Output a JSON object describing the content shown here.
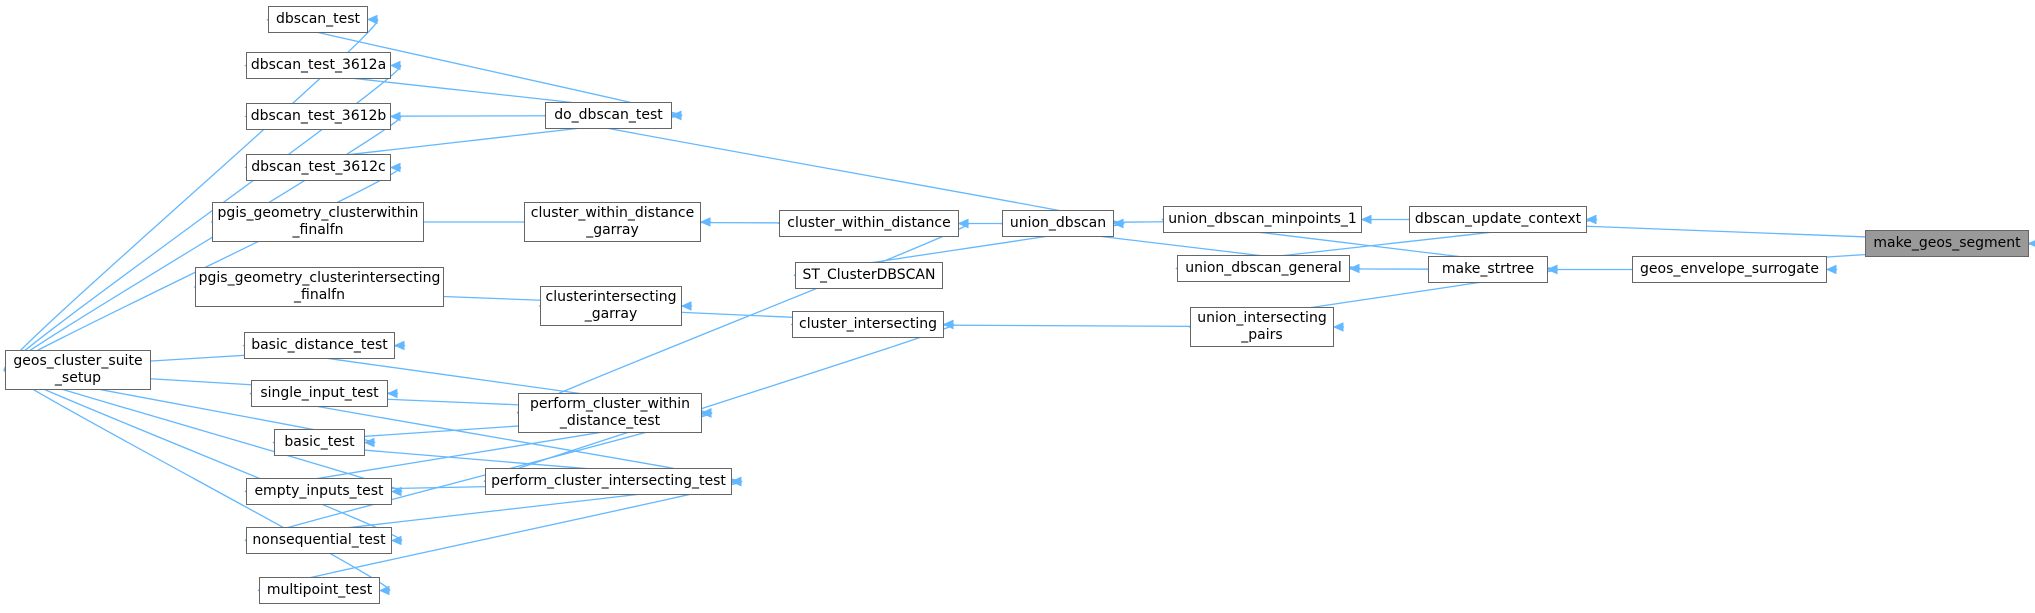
{
  "diagram": {
    "nodes": [
      {
        "id": "make-geos-segment",
        "label": "make_geos_segment",
        "focus": true
      },
      {
        "id": "dbscan-update-context",
        "label": "dbscan_update_context"
      },
      {
        "id": "geos-envelope-surrogate",
        "label": "geos_envelope_surrogate"
      },
      {
        "id": "union-dbscan-minpoints-1",
        "label": "union_dbscan_minpoints_1"
      },
      {
        "id": "make-strtree",
        "label": "make_strtree"
      },
      {
        "id": "union-dbscan",
        "label": "union_dbscan"
      },
      {
        "id": "union-dbscan-general",
        "label": "union_dbscan_general"
      },
      {
        "id": "union-intersecting-pairs",
        "label": "union_intersecting\n_pairs"
      },
      {
        "id": "do-dbscan-test",
        "label": "do_dbscan_test"
      },
      {
        "id": "cluster-within-distance",
        "label": "cluster_within_distance"
      },
      {
        "id": "st-clusterdbscan",
        "label": "ST_ClusterDBSCAN"
      },
      {
        "id": "cluster-intersecting",
        "label": "cluster_intersecting"
      },
      {
        "id": "dbscan-test",
        "label": "dbscan_test"
      },
      {
        "id": "dbscan-test-3612a",
        "label": "dbscan_test_3612a"
      },
      {
        "id": "dbscan-test-3612b",
        "label": "dbscan_test_3612b"
      },
      {
        "id": "dbscan-test-3612c",
        "label": "dbscan_test_3612c"
      },
      {
        "id": "cluster-within-distance-garray",
        "label": "cluster_within_distance\n_garray"
      },
      {
        "id": "clusterintersecting-garray",
        "label": "clusterintersecting\n_garray"
      },
      {
        "id": "pgis-geometry-clusterwithin-finalfn",
        "label": "pgis_geometry_clusterwithin\n_finalfn"
      },
      {
        "id": "pgis-geometry-clusterintersecting-finalfn",
        "label": "pgis_geometry_clusterintersecting\n_finalfn"
      },
      {
        "id": "perform-cluster-within-distance-test",
        "label": "perform_cluster_within\n_distance_test"
      },
      {
        "id": "perform-cluster-intersecting-test",
        "label": "perform_cluster_intersecting_test"
      },
      {
        "id": "geos-cluster-suite-setup",
        "label": "geos_cluster_suite\n_setup"
      },
      {
        "id": "basic-distance-test",
        "label": "basic_distance_test"
      },
      {
        "id": "single-input-test",
        "label": "single_input_test"
      },
      {
        "id": "basic-test",
        "label": "basic_test"
      },
      {
        "id": "empty-inputs-test",
        "label": "empty_inputs_test"
      },
      {
        "id": "nonsequential-test",
        "label": "nonsequential_test"
      },
      {
        "id": "multipoint-test",
        "label": "multipoint_test"
      }
    ],
    "edges": [
      {
        "from": "dbscan-update-context",
        "to": "make-geos-segment"
      },
      {
        "from": "geos-envelope-surrogate",
        "to": "make-geos-segment"
      },
      {
        "from": "union-dbscan-minpoints-1",
        "to": "dbscan-update-context"
      },
      {
        "from": "union-dbscan-general",
        "to": "dbscan-update-context"
      },
      {
        "from": "make-strtree",
        "to": "geos-envelope-surrogate"
      },
      {
        "from": "union-dbscan-minpoints-1",
        "to": "make-strtree"
      },
      {
        "from": "union-dbscan-general",
        "to": "make-strtree"
      },
      {
        "from": "union-intersecting-pairs",
        "to": "make-strtree"
      },
      {
        "from": "union-dbscan",
        "to": "union-dbscan-minpoints-1"
      },
      {
        "from": "union-dbscan",
        "to": "union-dbscan-general"
      },
      {
        "from": "do-dbscan-test",
        "to": "union-dbscan"
      },
      {
        "from": "cluster-within-distance",
        "to": "union-dbscan"
      },
      {
        "from": "st-clusterdbscan",
        "to": "union-dbscan"
      },
      {
        "from": "cluster-intersecting",
        "to": "union-intersecting-pairs"
      },
      {
        "from": "dbscan-test",
        "to": "do-dbscan-test"
      },
      {
        "from": "dbscan-test-3612a",
        "to": "do-dbscan-test"
      },
      {
        "from": "dbscan-test-3612b",
        "to": "do-dbscan-test"
      },
      {
        "from": "dbscan-test-3612c",
        "to": "do-dbscan-test"
      },
      {
        "from": "cluster-within-distance-garray",
        "to": "cluster-within-distance"
      },
      {
        "from": "perform-cluster-within-distance-test",
        "to": "cluster-within-distance"
      },
      {
        "from": "clusterintersecting-garray",
        "to": "cluster-intersecting"
      },
      {
        "from": "perform-cluster-intersecting-test",
        "to": "cluster-intersecting"
      },
      {
        "from": "pgis-geometry-clusterwithin-finalfn",
        "to": "cluster-within-distance-garray"
      },
      {
        "from": "pgis-geometry-clusterintersecting-finalfn",
        "to": "clusterintersecting-garray"
      },
      {
        "from": "basic-distance-test",
        "to": "perform-cluster-within-distance-test"
      },
      {
        "from": "single-input-test",
        "to": "perform-cluster-within-distance-test"
      },
      {
        "from": "basic-test",
        "to": "perform-cluster-within-distance-test"
      },
      {
        "from": "empty-inputs-test",
        "to": "perform-cluster-within-distance-test"
      },
      {
        "from": "nonsequential-test",
        "to": "perform-cluster-within-distance-test"
      },
      {
        "from": "single-input-test",
        "to": "perform-cluster-intersecting-test"
      },
      {
        "from": "basic-test",
        "to": "perform-cluster-intersecting-test"
      },
      {
        "from": "empty-inputs-test",
        "to": "perform-cluster-intersecting-test"
      },
      {
        "from": "nonsequential-test",
        "to": "perform-cluster-intersecting-test"
      },
      {
        "from": "multipoint-test",
        "to": "perform-cluster-intersecting-test"
      },
      {
        "from": "geos-cluster-suite-setup",
        "to": "dbscan-test"
      },
      {
        "from": "geos-cluster-suite-setup",
        "to": "dbscan-test-3612a"
      },
      {
        "from": "geos-cluster-suite-setup",
        "to": "dbscan-test-3612b"
      },
      {
        "from": "geos-cluster-suite-setup",
        "to": "dbscan-test-3612c"
      },
      {
        "from": "geos-cluster-suite-setup",
        "to": "basic-distance-test"
      },
      {
        "from": "geos-cluster-suite-setup",
        "to": "single-input-test"
      },
      {
        "from": "geos-cluster-suite-setup",
        "to": "basic-test"
      },
      {
        "from": "geos-cluster-suite-setup",
        "to": "empty-inputs-test"
      },
      {
        "from": "geos-cluster-suite-setup",
        "to": "nonsequential-test"
      },
      {
        "from": "geos-cluster-suite-setup",
        "to": "multipoint-test"
      }
    ],
    "colors": {
      "edge": "#63b8ff",
      "node_border": "#666666",
      "node_fill": "#ffffff",
      "focus_fill": "#999999"
    }
  }
}
